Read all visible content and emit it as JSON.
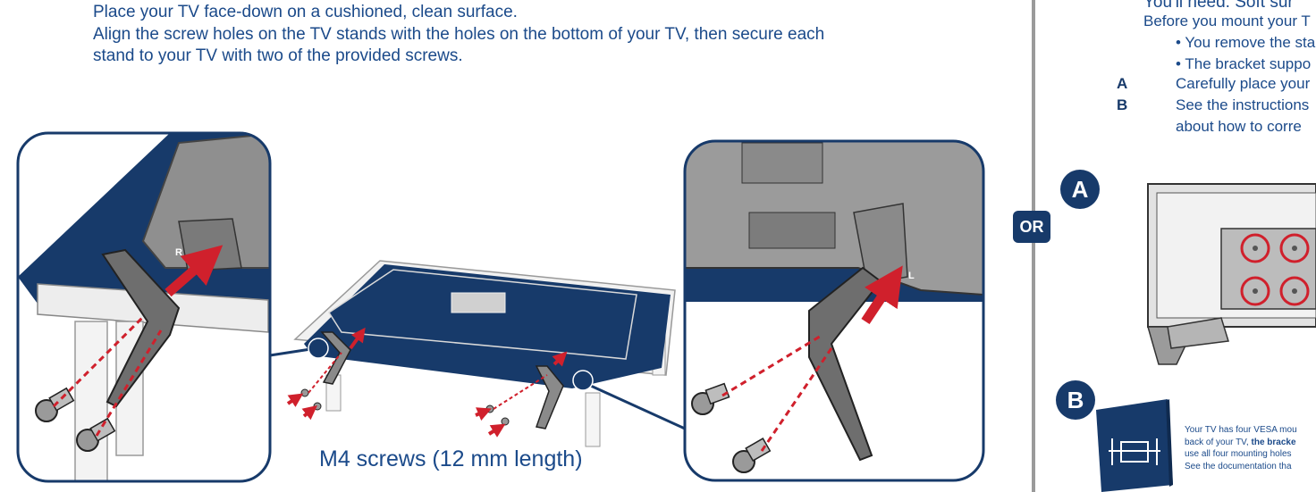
{
  "instructions": {
    "line1": "Place your TV face-down on a cushioned, clean surface.",
    "line2": "Align the screw holes on the TV stands with the holes on the bottom of your TV, then secure each stand to your TV with two of the provided screws."
  },
  "caption": {
    "screws": "M4 screws (12 mm length)"
  },
  "labels": {
    "or": "OR",
    "stand_left": "R",
    "stand_right": "L"
  },
  "right_column": {
    "heading": "You'll need: Soft sur",
    "intro": "Before you mount your T",
    "bullet1": "• You remove the sta",
    "bullet2": "• The bracket suppo",
    "step_a_letter": "A",
    "step_a_text": "Carefully place your",
    "step_b_letter": "B",
    "step_b_text": "See the instructions",
    "step_b_text2": "about how to corre",
    "badge_a": "A",
    "badge_b": "B",
    "note_line1": "Your TV has four VESA mou",
    "note_line2_prefix": "back of your TV, ",
    "note_line2_bold": "the bracke",
    "note_line3": "use all four mounting holes",
    "note_line4": "See the documentation tha"
  },
  "colors": {
    "navy": "#173a6a",
    "text_blue": "#1b4a8a",
    "arrow_red": "#d0202c",
    "gray_tv": "#9b9b9b",
    "divider_gray": "#9a9a9a"
  }
}
